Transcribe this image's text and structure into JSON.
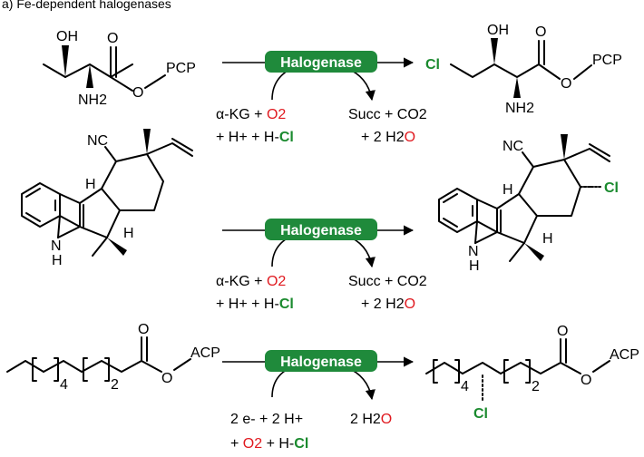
{
  "caption": "a) Fe-dependent halogenases",
  "enzyme_label": "Halogenase",
  "reaction1": {
    "substrate": {
      "oh": "OH",
      "o": "O",
      "o2": "O",
      "pcp": "PCP",
      "nh2": "NH2"
    },
    "product": {
      "cl": "Cl",
      "oh": "OH",
      "o": "O",
      "o2": "O",
      "pcp": "PCP",
      "nh2": "NH2"
    },
    "cosub": {
      "akg": "α-KG + ",
      "o2": "O2",
      "hcl_prefix": "+ H+ + H-",
      "cl": "Cl"
    },
    "coprod": {
      "line1": "Succ + CO2",
      "line2_prefix": "+ 2 H2",
      "o": "O"
    }
  },
  "reaction2": {
    "substrate": {
      "nc": "NC",
      "h1": "H",
      "h2": "H",
      "nh": "N",
      "nh_h": "H"
    },
    "product": {
      "nc": "NC",
      "h1": "H",
      "h2": "H",
      "nh": "N",
      "nh_h": "H",
      "cl": "Cl"
    },
    "cosub": {
      "akg": "α-KG + ",
      "o2": "O2",
      "hcl_prefix": "+ H+ + H-",
      "cl": "Cl"
    },
    "coprod": {
      "line1": "Succ + CO2",
      "line2_prefix": "+ 2 H2",
      "o": "O"
    }
  },
  "reaction3": {
    "substrate": {
      "n4": "4",
      "n2": "2",
      "o": "O",
      "o2": "O",
      "acp": "ACP"
    },
    "product": {
      "n4": "4",
      "n2": "2",
      "o": "O",
      "o2": "O",
      "acp": "ACP",
      "cl": "Cl"
    },
    "cosub": {
      "line1": "2 e- + 2 H+",
      "line2_prefix": "+ ",
      "o2": "O2",
      "line2_mid": " + H-",
      "cl": "Cl"
    },
    "coprod": {
      "line1_prefix": "2 H2",
      "o": "O"
    }
  },
  "colors": {
    "halogenase": "#1f8a3b",
    "chlorine": "#1a8a2e",
    "oxygen": "#e0191f"
  }
}
